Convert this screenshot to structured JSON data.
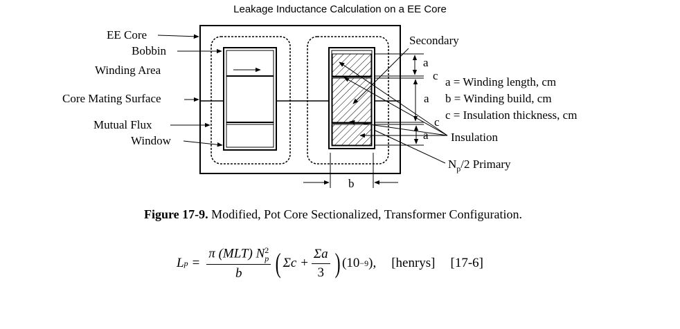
{
  "title": "Leakage Inductance Calculation on a EE Core",
  "labels": {
    "ee_core": "EE Core",
    "bobbin": "Bobbin",
    "winding_area": "Winding Area",
    "core_mating_surface": "Core Mating Surface",
    "mutual_flux": "Mutual Flux",
    "window": "Window",
    "secondary": "Secondary",
    "insulation": "Insulation",
    "primary_n": "N",
    "primary_sub": "p",
    "primary_rest": "/2 Primary"
  },
  "dimensions": {
    "a": "a",
    "b": "b",
    "c": "c"
  },
  "legend": [
    "a = Winding length, cm",
    "b = Winding build, cm",
    "c = Insulation thickness, cm"
  ],
  "caption": {
    "figure_number": "Figure 17-9.",
    "text": " Modified, Pot Core Sectionalized, Transformer Configuration."
  },
  "formula": {
    "lhs": "L",
    "lhs_sub": "p",
    "equals": "=",
    "pi": "π",
    "mlt": "(MLT)",
    "n": "N",
    "n_sub": "p",
    "n_sup": "2",
    "denominator": "b",
    "sigma_c": "Σc +",
    "sigma_a": "Σa",
    "three": "3",
    "ten": "(10",
    "exp": "−9",
    "ten_close": "),",
    "units": "[henrys]",
    "eq_number": "[17-6]"
  }
}
